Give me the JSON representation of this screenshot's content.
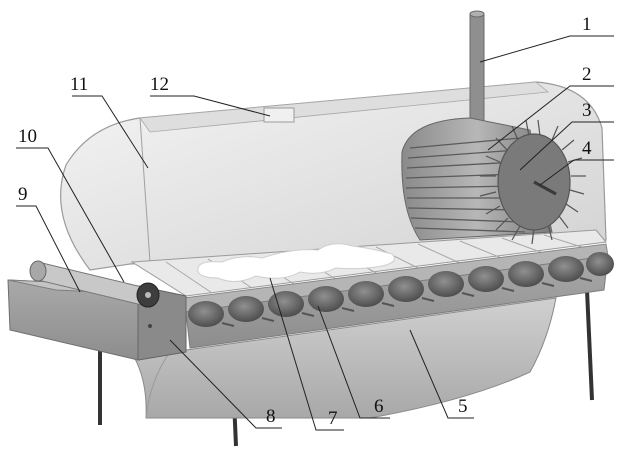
{
  "figure": {
    "callouts": [
      {
        "id": "1",
        "label": "1"
      },
      {
        "id": "2",
        "label": "2"
      },
      {
        "id": "3",
        "label": "3"
      },
      {
        "id": "4",
        "label": "4"
      },
      {
        "id": "5",
        "label": "5"
      },
      {
        "id": "6",
        "label": "6"
      },
      {
        "id": "7",
        "label": "7"
      },
      {
        "id": "8",
        "label": "8"
      },
      {
        "id": "9",
        "label": "9"
      },
      {
        "id": "10",
        "label": "10"
      },
      {
        "id": "11",
        "label": "11"
      },
      {
        "id": "12",
        "label": "12"
      }
    ],
    "colors": {
      "hood": "#e6e6e6",
      "hood_dark": "#c8c8c8",
      "frame": "#9a9a9a",
      "frame_dark": "#7c7c7c",
      "roller": "#6e6e6e",
      "tank": "#bdbdbd",
      "leg": "#333333",
      "dough": "#ffffff"
    }
  }
}
